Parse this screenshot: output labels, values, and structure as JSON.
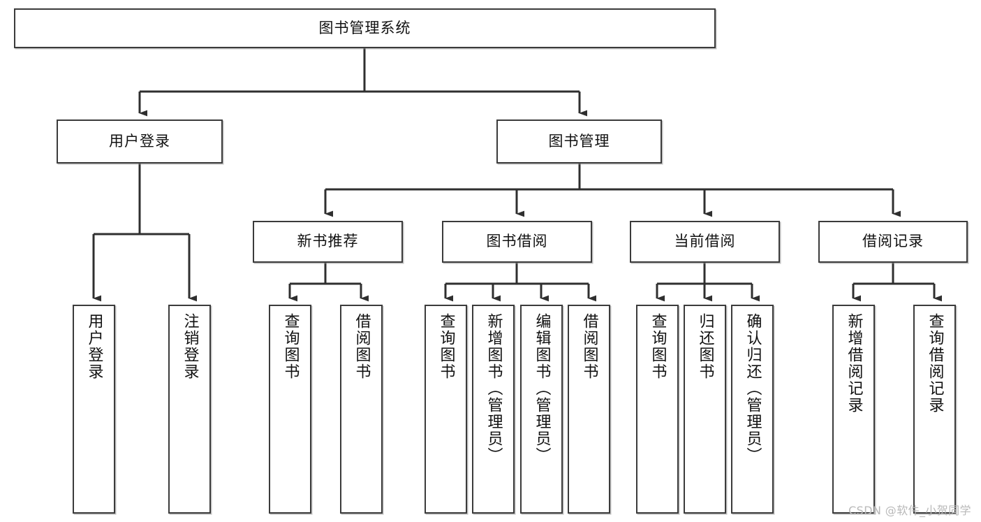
{
  "diagram": {
    "type": "tree",
    "title": "图书管理系统",
    "watermark": "CSDN @软件_小贺同学",
    "colors": {
      "box_border": "#3b3b3b",
      "box_fill": "#ffffff",
      "connector": "#2f2f2f",
      "watermark": "#b9b9b9"
    },
    "levels": {
      "root": {
        "label": "图书管理系统"
      },
      "level2": [
        {
          "label": "用户登录"
        },
        {
          "label": "图书管理"
        }
      ],
      "level3": [
        {
          "label": "新书推荐"
        },
        {
          "label": "图书借阅"
        },
        {
          "label": "当前借阅"
        },
        {
          "label": "借阅记录"
        }
      ]
    },
    "leaves": {
      "user_login": [
        {
          "label": "用户登录"
        },
        {
          "label": "注销登录"
        }
      ],
      "new_book_recommend": [
        {
          "label": "查询图书"
        },
        {
          "label": "借阅图书"
        }
      ],
      "book_borrow": [
        {
          "label": "查询图书"
        },
        {
          "label": "新增图书（管理员）"
        },
        {
          "label": "编辑图书（管理员）"
        },
        {
          "label": "借阅图书"
        }
      ],
      "current_borrow": [
        {
          "label": "查询图书"
        },
        {
          "label": "归还图书"
        },
        {
          "label": "确认归还（管理员）"
        }
      ],
      "borrow_record": [
        {
          "label": "新增借阅记录"
        },
        {
          "label": "查询借阅记录"
        }
      ]
    }
  }
}
